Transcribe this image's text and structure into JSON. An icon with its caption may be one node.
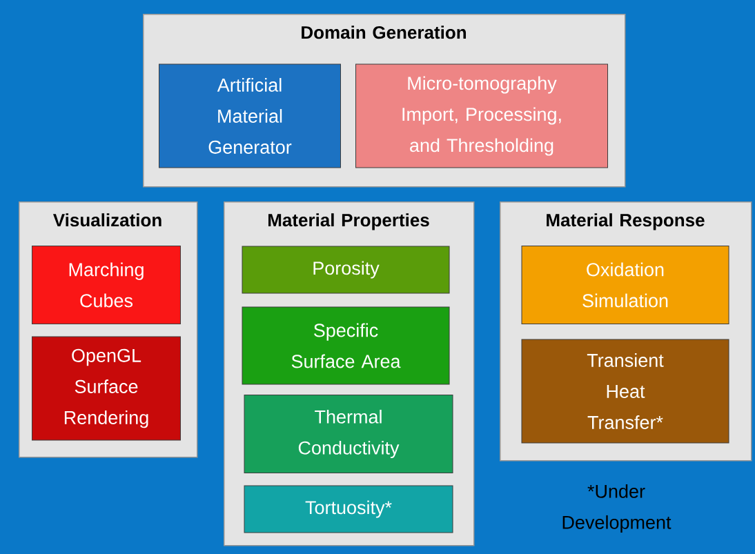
{
  "diagram": {
    "nodes": [
      {
        "text": [
          "Domain Generation"
        ]
      },
      {
        "text": [
          "Artificial Material Generator"
        ],
        "in": 0
      },
      {
        "text": [
          "Micro-tomography Import, Processing, and Thresholding"
        ],
        "in": 0
      },
      {
        "text": [
          "Visualization"
        ]
      },
      {
        "text": [
          "Marching Cubes"
        ],
        "in": 3
      },
      {
        "text": [
          "OpenGL Surface Rendering"
        ],
        "in": 3
      },
      {
        "text": [
          "Material Properties"
        ]
      },
      {
        "text": [
          "Porosity"
        ],
        "in": 6
      },
      {
        "text": [
          "Specific Surface Area"
        ],
        "in": 6
      },
      {
        "text": [
          "Thermal Conductivity"
        ],
        "in": 6
      },
      {
        "text": [
          "Tortuosity*"
        ],
        "in": 6
      },
      {
        "text": [
          "Material Response"
        ]
      },
      {
        "text": [
          "Oxidation Simulation"
        ],
        "in": 11
      },
      {
        "text": [
          "Transient Heat Transfer*"
        ],
        "in": 11
      }
    ],
    "labels": [
      "*Under Development"
    ]
  }
}
